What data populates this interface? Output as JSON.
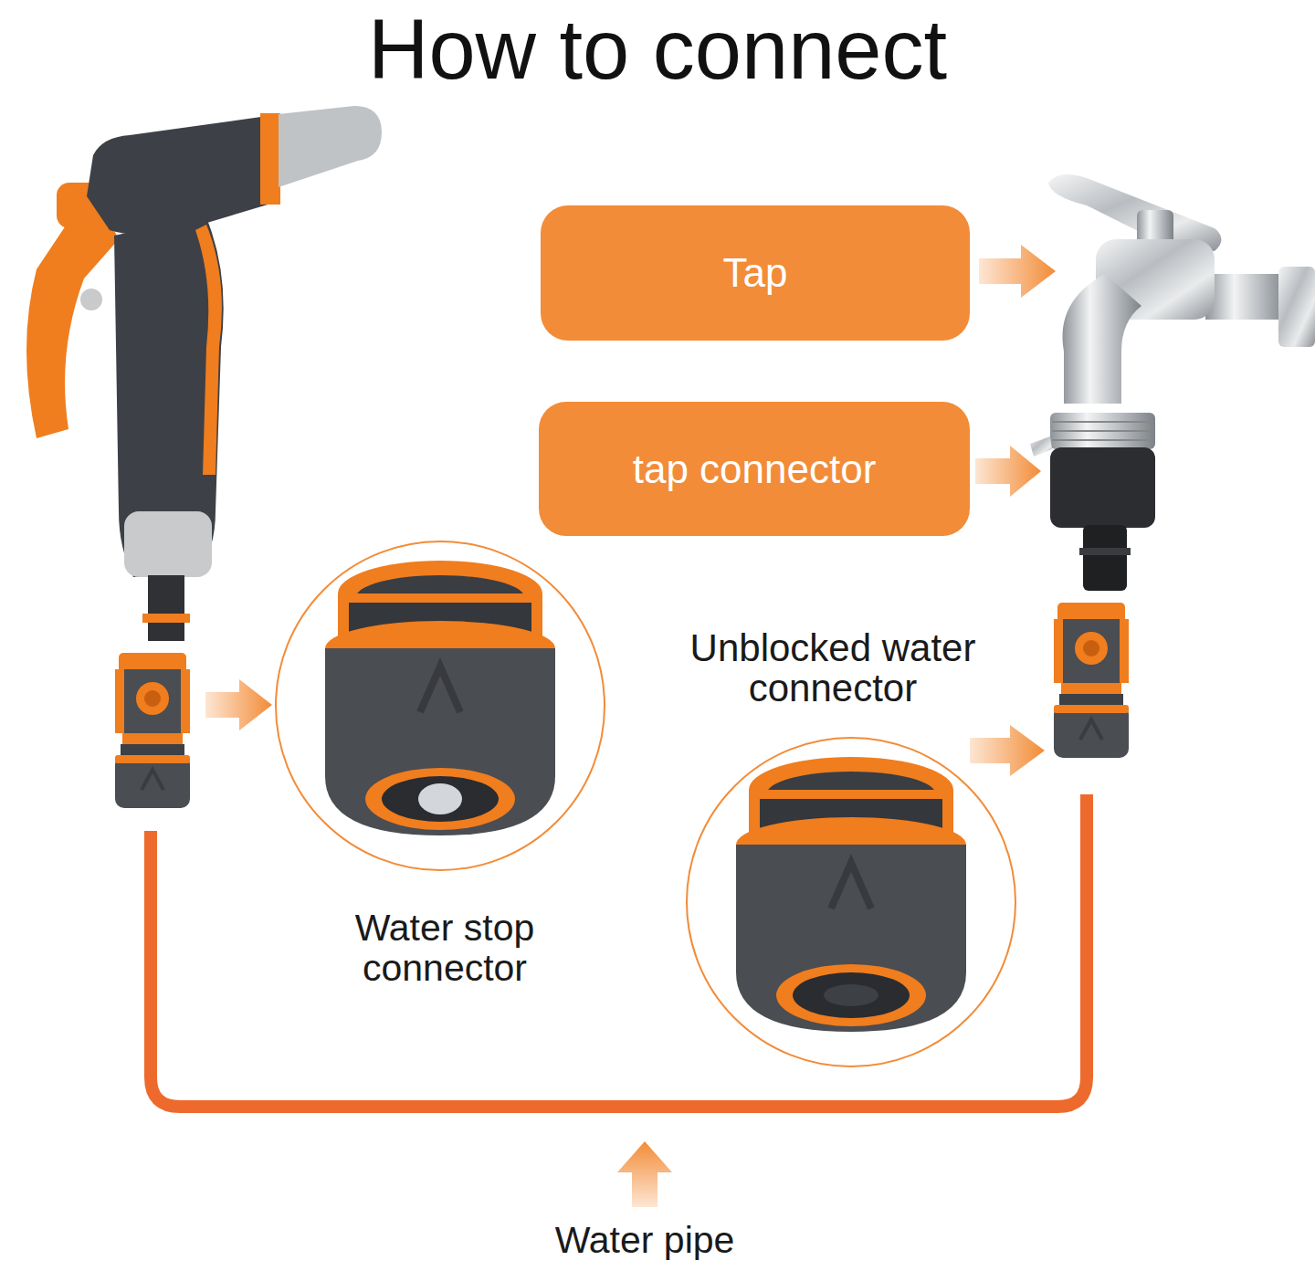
{
  "diagram": {
    "title": "How to connect",
    "nodes": [
      {
        "text": [
          "Tap"
        ]
      },
      {
        "text": [
          "tap connector"
        ]
      }
    ],
    "labels": [
      "Unblocked water connector",
      "Water stop connector",
      "Water pipe"
    ]
  }
}
